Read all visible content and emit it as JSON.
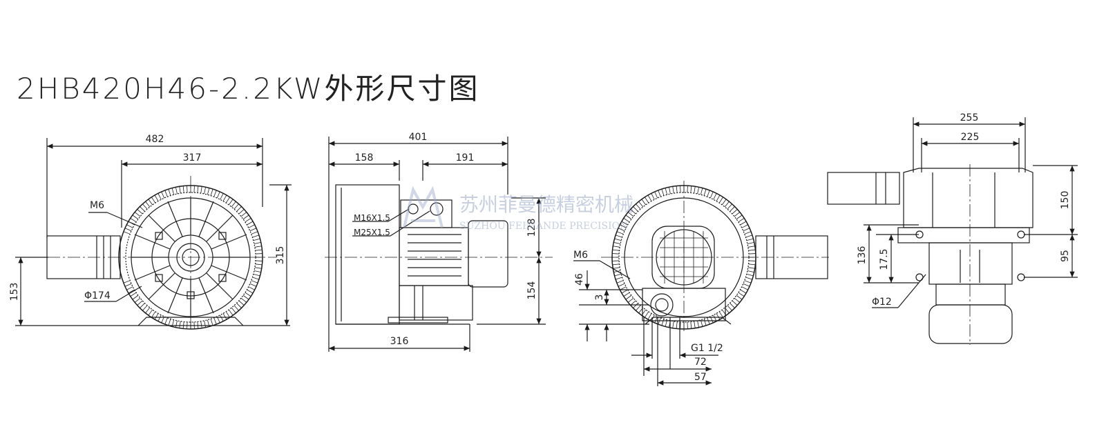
{
  "title": "2HB420H46-2.2KW外形尺寸图",
  "watermark": {
    "cn": "苏州菲曼德精密机械",
    "en": "SUZHOU FEIMANDE PRECISION"
  },
  "view1": {
    "dims": {
      "overall_width": "482",
      "body_width": "317",
      "height": "315",
      "axis_height": "153"
    },
    "labels": {
      "thread": "M6",
      "flange_dia": "Φ174"
    }
  },
  "view2": {
    "dims": {
      "overall": "401",
      "left": "158",
      "right": "191",
      "upper": "128",
      "lower": "154",
      "base": "316"
    },
    "labels": {
      "gland1": "M16X1.5",
      "gland2": "M25X1.5"
    }
  },
  "view3": {
    "dims": {
      "h1": "46",
      "h2": "3",
      "pipe": "G1 1/2",
      "w1": "72",
      "w2": "57"
    },
    "labels": {
      "thread": "M6"
    }
  },
  "view4": {
    "dims": {
      "w_total": "255",
      "w_inner": "225",
      "h_top": "150",
      "h_mid": "95",
      "h_left": "136",
      "h_small": "17.5"
    },
    "labels": {
      "hole": "Φ12"
    }
  },
  "colors": {
    "line": "#1a1a1a",
    "watermark": "#9aa8c8"
  }
}
